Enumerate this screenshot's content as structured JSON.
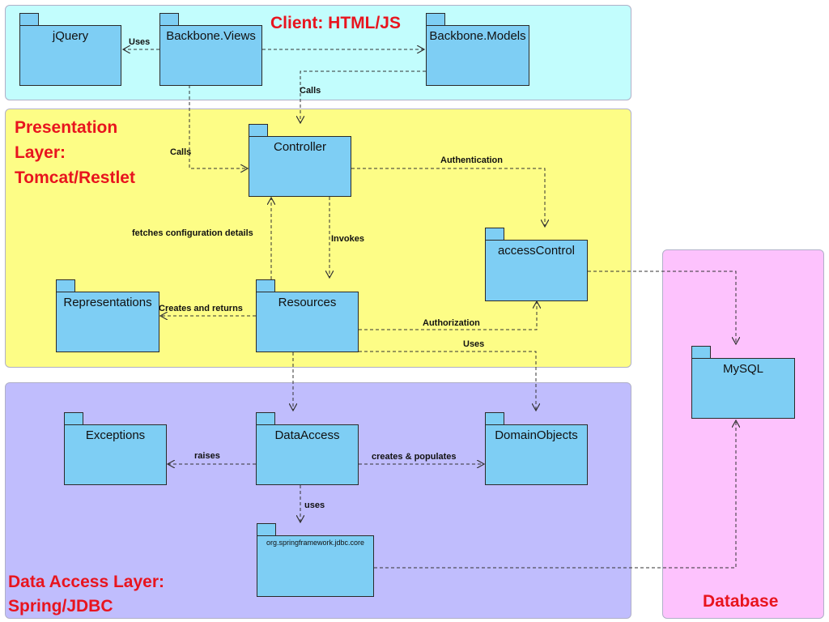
{
  "regions": {
    "client": {
      "title": "Client: HTML/JS",
      "color": "#c2fdfd"
    },
    "presentation": {
      "title_lines": [
        "Presentation",
        "Layer:",
        "Tomcat/Restlet"
      ],
      "color": "#fdfd86"
    },
    "data_access": {
      "title_lines": [
        "Data Access Layer:",
        "Spring/JDBC"
      ],
      "color": "#c0bdfd"
    },
    "database": {
      "title": "Database",
      "color": "#fdc2fd"
    }
  },
  "packages": {
    "jquery": "jQuery",
    "backbone_views": "Backbone.Views",
    "backbone_models": "Backbone.Models",
    "controller": "Controller",
    "access_control": "accessControl",
    "representations": "Representations",
    "resources": "Resources",
    "exceptions": "Exceptions",
    "data_access": "DataAccess",
    "domain_objects": "DomainObjects",
    "spring_jdbc": "org.springframework.jdbc.core",
    "mysql": "MySQL"
  },
  "edges": {
    "views_uses_jquery": "Uses",
    "models_calls_controller": "Calls",
    "views_calls_controller": "Calls",
    "controller_authentication": "Authentication",
    "resources_fetches_config": "fetches configuration details",
    "controller_invokes_resources": "Invokes",
    "resources_creates_representations": "Creates and returns",
    "resources_authorization": "Authorization",
    "resources_uses_domain": "Uses",
    "dataaccess_raises": "raises",
    "dataaccess_creates_populates": "creates & populates",
    "dataaccess_uses_spring": "uses"
  }
}
